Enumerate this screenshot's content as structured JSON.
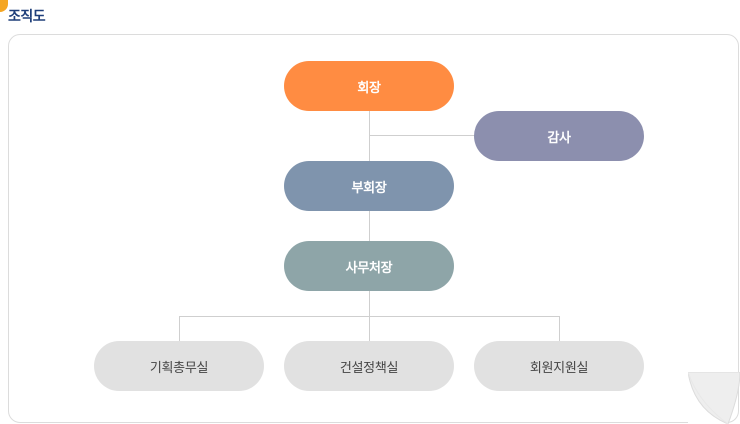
{
  "title": "조직도",
  "colors": {
    "chairman": "#ff8c42",
    "auditor": "#8c8fae",
    "vice_chairman": "#7f94ad",
    "secretariat": "#8ea5a8",
    "department": "#e1e1e1",
    "connector": "#cfcfcf"
  },
  "nodes": {
    "chairman": "회장",
    "auditor": "감사",
    "vice_chairman": "부회장",
    "secretariat": "사무처장",
    "departments": [
      "기획총무실",
      "건설정책실",
      "회원지원실"
    ]
  }
}
